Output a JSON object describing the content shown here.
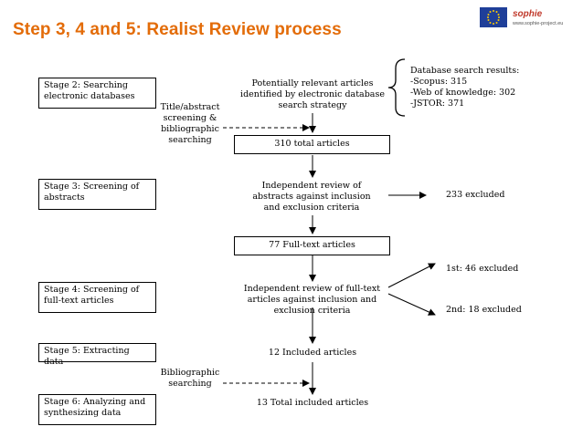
{
  "header": {
    "title": "Step 3, 4 and 5: Realist Review process",
    "logo_name": "sophie",
    "logo_url": "www.sophie-project.eu"
  },
  "stages": [
    "Stage 2: Searching electronic databases",
    "Stage 3: Screening of abstracts",
    "Stage 4: Screening of full-text articles",
    "Stage 5: Extracting data",
    "Stage 6: Analyzing and synthesizing data"
  ],
  "flow": {
    "potentially_relevant": "Potentially relevant articles identified by electronic database search strategy",
    "total_310": "310 total articles",
    "review_abstracts": "Independent review of abstracts against inclusion and exclusion criteria",
    "fulltext_77": "77 Full-text articles",
    "review_fulltext": "Independent review of full-text articles against inclusion and exclusion criteria",
    "included_12": "12 Included articles",
    "total_included_13": "13 Total included articles"
  },
  "side": {
    "title_abstract": "Title/abstract screening & bibliographic searching",
    "bibliographic": "Bibliographic searching",
    "excluded_233": "233 excluded",
    "excluded_1st": "1st: 46 excluded",
    "excluded_2nd": "2nd: 18 excluded"
  },
  "database_results": {
    "heading": "Database search  results:",
    "scopus": "-Scopus: 315",
    "wok": "-Web of knowledge: 302",
    "jstor": "-JSTOR: 371"
  },
  "colors": {
    "title": "#e36c09",
    "eu_blue": "#1f3f99",
    "eu_star": "#ffcc00"
  }
}
